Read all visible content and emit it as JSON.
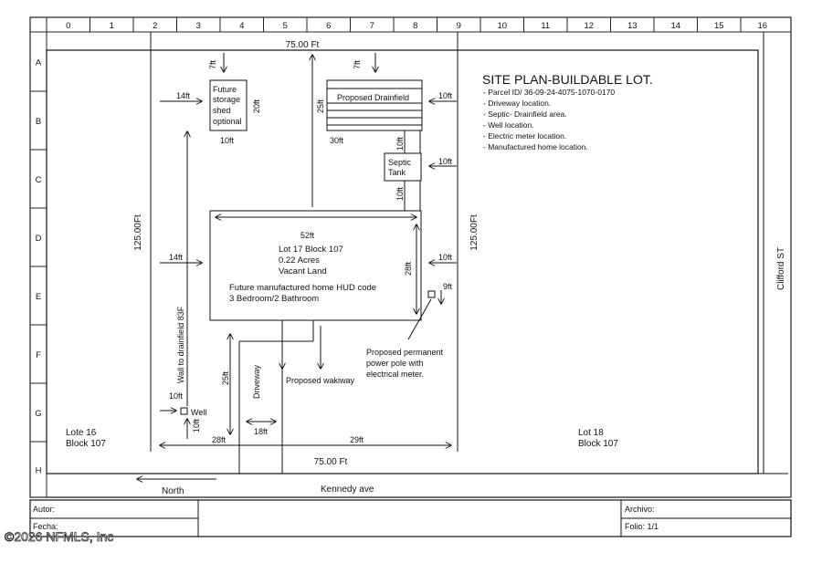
{
  "grid": {
    "columns": [
      "0",
      "1",
      "2",
      "3",
      "4",
      "5",
      "6",
      "7",
      "8",
      "9",
      "10",
      "11",
      "12",
      "13",
      "14",
      "15",
      "16"
    ],
    "rows": [
      "A",
      "B",
      "C",
      "D",
      "E",
      "F",
      "G",
      "H"
    ]
  },
  "info": {
    "title": "SITE PLAN-BUILDABLE LOT.",
    "items": [
      "- Parcel ID/ 36-09-24-4075-1070-0170",
      "- Driveway location.",
      "- Septic- Drainfield area.",
      "- Well location.",
      "- Electric meter location.",
      "- Manufactured home location."
    ]
  },
  "lot": {
    "top_width": "75.00 Ft",
    "bottom_width": "75.00 Ft",
    "left_depth": "125.00Ft",
    "right_depth": "125.00Ft",
    "neighbor_left": [
      "Lote 16",
      "Block 107"
    ],
    "neighbor_right": [
      "Lot 18",
      "Block 107"
    ]
  },
  "home": {
    "width": "52ft",
    "depth": "28ft",
    "lines": [
      "Lot 17 Block 107",
      "0.22 Acres",
      "Vacant Land"
    ],
    "desc": [
      "Future manufactured home HUD code",
      "3 Bedroom/2 Bathroom"
    ]
  },
  "shed": {
    "lines": [
      "Future",
      "storage",
      "shed",
      "optional"
    ],
    "width": "10ft",
    "height": "20ft"
  },
  "drainfield": {
    "label": "Proposed Drainfield",
    "width": "30ft"
  },
  "septic": {
    "lines": [
      "Septic",
      "Tank"
    ]
  },
  "well": {
    "label": "Well"
  },
  "pole": {
    "lines": [
      "Proposed permanent",
      "power pole with",
      "electrical meter."
    ]
  },
  "walkway": {
    "label": "Proposed wakiway"
  },
  "driveway": {
    "label": "Driveway"
  },
  "wall": {
    "label": "Wall to drainfield 83F"
  },
  "streets": {
    "bottom": "Kennedy ave",
    "right": "Clifford ST",
    "north": "North"
  },
  "dims": {
    "d7ft": "7ft",
    "d14ft": "14ft",
    "d10ft": "10ft",
    "d25ft": "25ft",
    "d9ft": "9ft",
    "d28ft": "28ft",
    "d29ft": "29ft",
    "d18ft": "18ft"
  },
  "titleblock": {
    "autor": "Autor:",
    "fecha": "Fecha:",
    "archivo": "Archivo:",
    "folio": "Folio: 1/1"
  },
  "watermark": "©2026 NFMLS, Inc"
}
